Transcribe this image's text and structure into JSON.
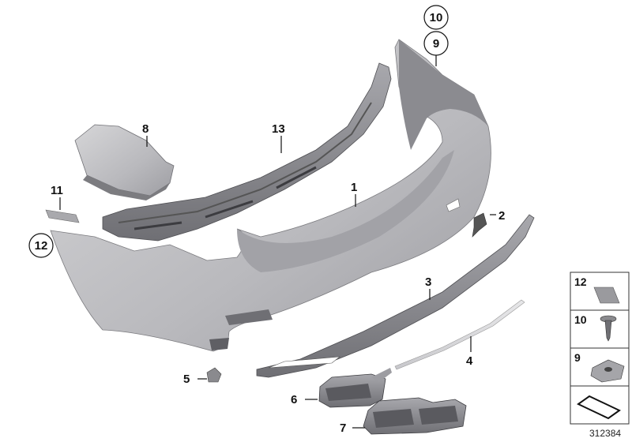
{
  "callouts": {
    "c1": "1",
    "c2": "2",
    "c3": "3",
    "c4": "4",
    "c5": "5",
    "c6": "6",
    "c7": "7",
    "c8": "8",
    "c9": "9",
    "c10": "10",
    "c11": "11",
    "c12": "12",
    "c13": "13"
  },
  "legend": {
    "items": [
      {
        "number": "12",
        "part": "sticker-pad"
      },
      {
        "number": "10",
        "part": "expanding-rivet"
      },
      {
        "number": "9",
        "part": "clip-nut"
      },
      {
        "number": "",
        "part": "assortment-arrow-icon"
      }
    ]
  },
  "diagram_id": "312384",
  "colors": {
    "part_fill": "#c4c4c6",
    "part_dark": "#8e8e92",
    "part_shadow": "#6f6f74",
    "line": "#111111"
  }
}
